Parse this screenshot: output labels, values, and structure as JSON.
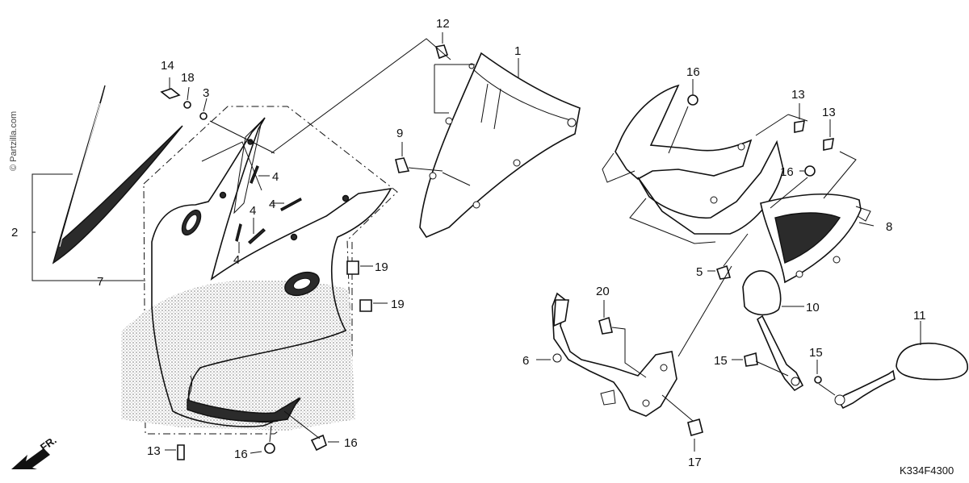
{
  "watermark": "© Partzilla.com",
  "diagram_code": "K334F4300",
  "front_indicator": "FR.",
  "callouts": [
    "1",
    "2",
    "3",
    "4",
    "4",
    "4",
    "4",
    "5",
    "6",
    "7",
    "8",
    "9",
    "10",
    "11",
    "12",
    "13",
    "13",
    "13",
    "14",
    "15",
    "15",
    "16",
    "16",
    "16",
    "16",
    "17",
    "18",
    "19",
    "19",
    "20"
  ]
}
